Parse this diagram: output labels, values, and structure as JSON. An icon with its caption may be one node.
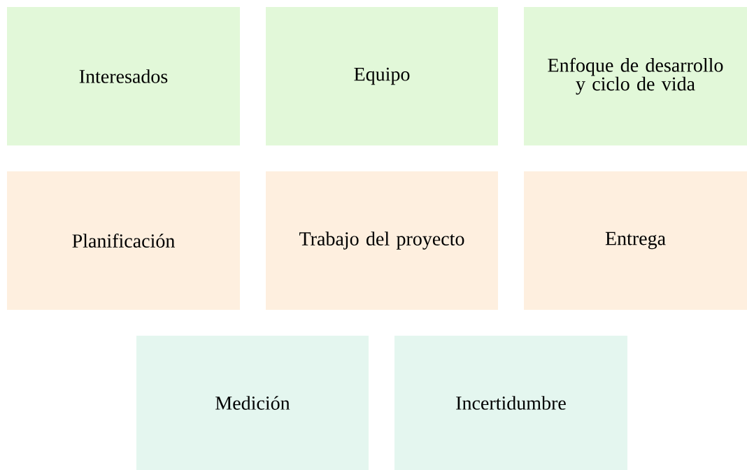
{
  "diagram": {
    "nodes": [
      {
        "text": [
          "Interesados"
        ]
      },
      {
        "text": [
          "Equipo"
        ]
      },
      {
        "text": [
          "Enfoque de desarrollo y ciclo de vida"
        ]
      },
      {
        "text": [
          "Planificación"
        ]
      },
      {
        "text": [
          "Trabajo del proyecto"
        ]
      },
      {
        "text": [
          "Entrega"
        ]
      },
      {
        "text": [
          "Medición"
        ]
      },
      {
        "text": [
          "Incertidumbre"
        ]
      }
    ]
  }
}
